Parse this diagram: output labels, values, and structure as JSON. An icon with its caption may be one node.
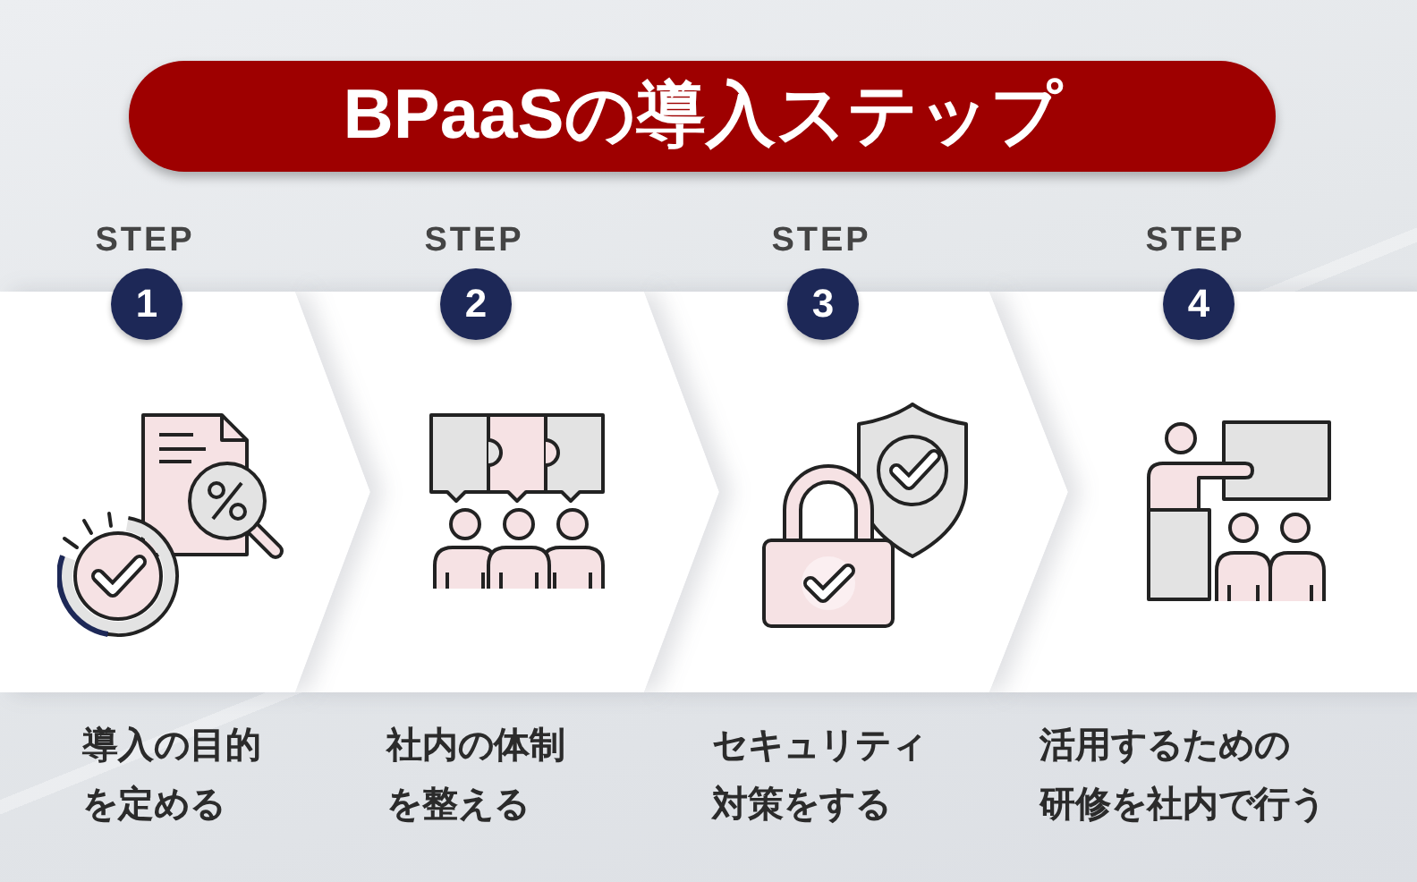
{
  "diagram": {
    "title": "BPaaSの導入ステップ",
    "nodes": [
      {
        "text": [
          "STEP"
        ],
        "beside": [
          "導入の目的を定める"
        ]
      },
      {
        "text": [
          "1"
        ]
      },
      {
        "text": [
          "STEP"
        ],
        "beside": [
          "社内の体制を整える"
        ]
      },
      {
        "text": [
          "2"
        ]
      },
      {
        "text": [
          "STEP"
        ],
        "beside": [
          "セキュリティ対策をする"
        ]
      },
      {
        "text": [
          "3"
        ]
      },
      {
        "text": [
          "STEP"
        ],
        "beside": [
          "活用するための研修を社内で行う"
        ]
      },
      {
        "text": [
          "4"
        ]
      }
    ]
  }
}
